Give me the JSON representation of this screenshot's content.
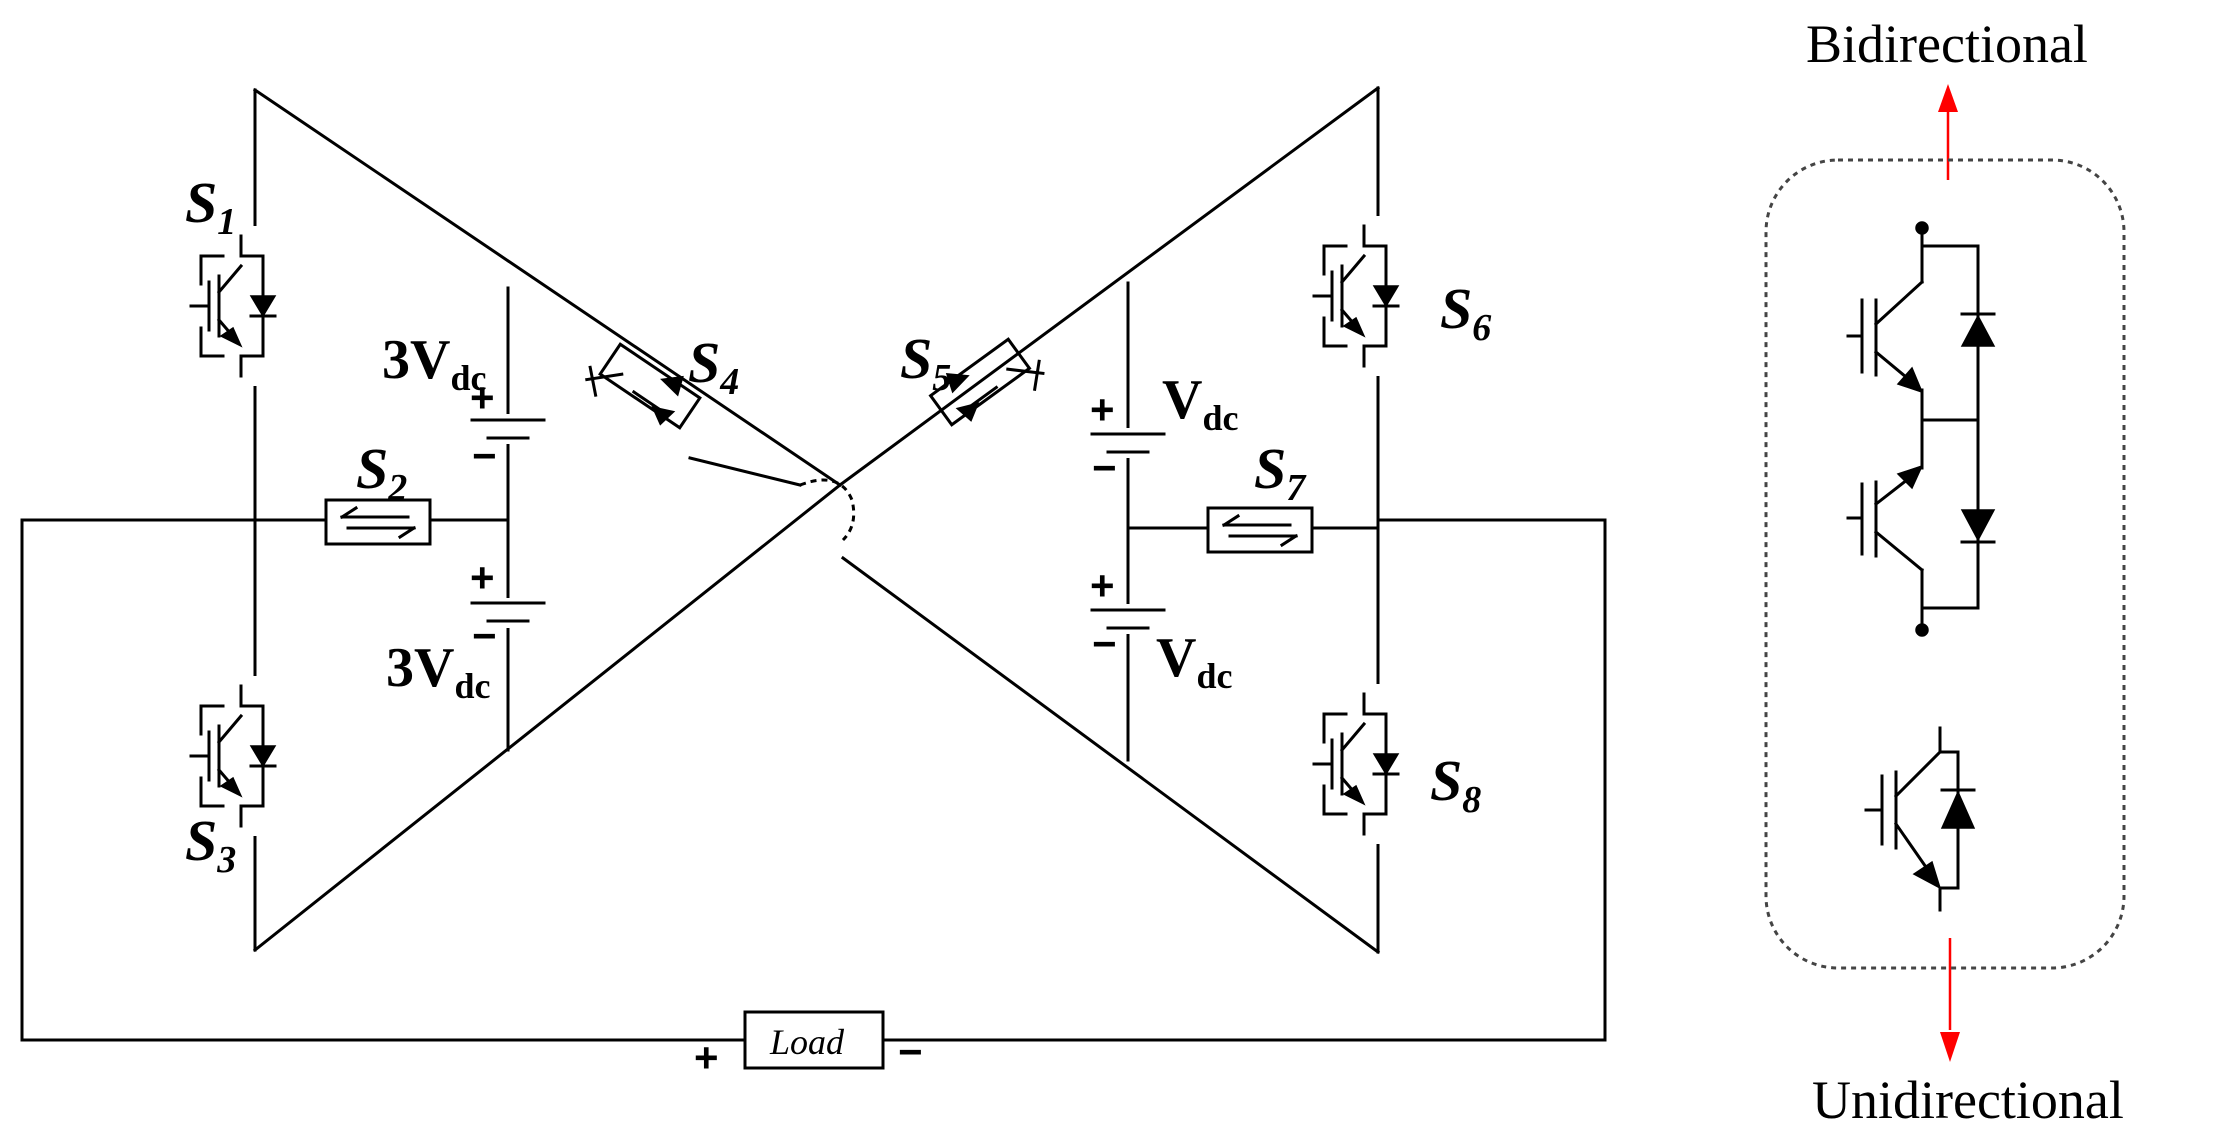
{
  "switches": {
    "s1": {
      "letter": "S",
      "index": "1"
    },
    "s2": {
      "letter": "S",
      "index": "2"
    },
    "s3": {
      "letter": "S",
      "index": "3"
    },
    "s4": {
      "letter": "S",
      "index": "4"
    },
    "s5": {
      "letter": "S",
      "index": "5"
    },
    "s6": {
      "letter": "S",
      "index": "6"
    },
    "s7": {
      "letter": "S",
      "index": "7"
    },
    "s8": {
      "letter": "S",
      "index": "8"
    }
  },
  "sources": {
    "left_top": {
      "main": "3V",
      "sub": "dc"
    },
    "left_bottom": {
      "main": "3V",
      "sub": "dc"
    },
    "right_top": {
      "main": "V",
      "sub": "dc"
    },
    "right_bottom": {
      "main": "V",
      "sub": "dc"
    }
  },
  "polarity": {
    "plus": "+",
    "minus": "−"
  },
  "load": {
    "label": "Load",
    "plus": "+",
    "minus": "−"
  },
  "legend": {
    "top_label": "Bidirectional",
    "bottom_label": "Unidirectional"
  },
  "colors": {
    "wire": "#000000",
    "arrow": "#ff0000",
    "legend_border": "#444444"
  }
}
